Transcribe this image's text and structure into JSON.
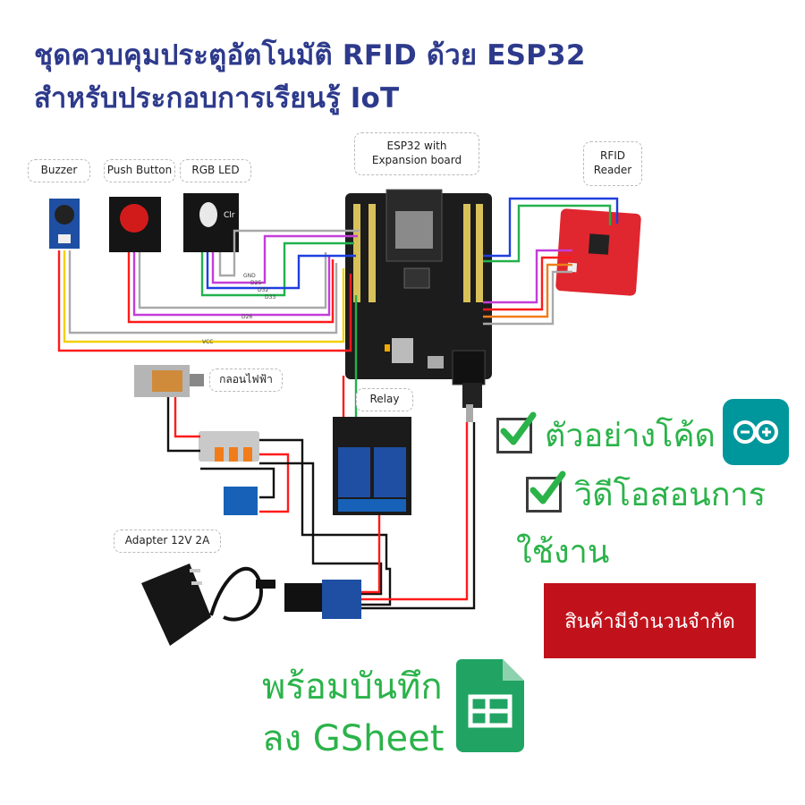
{
  "title": {
    "line1": "ชุดควบคุมประตูอัตโนมัติ RFID ด้วย ESP32",
    "line2": "สำหรับประกอบการเรียนรู้ IoT"
  },
  "labels": {
    "buzzer": "Buzzer",
    "push_button": "Push Button",
    "rgb_led": "RGB LED",
    "esp32_line1": "ESP32 with",
    "esp32_line2": "Expansion board",
    "rfid_line1": "RFID",
    "rfid_line2": "Reader",
    "solenoid": "กลอนไฟฟ้า",
    "relay": "Relay",
    "adapter": "Adapter 12V 2A"
  },
  "features": {
    "code_example": "ตัวอย่างโค้ด",
    "video_line1": "วิดีโอสอนการ",
    "video_line2": "ใช้งาน"
  },
  "badge": {
    "limited": "สินค้ามีจำนวนจำกัด"
  },
  "gsheet": {
    "line1": "พร้อมบันทึก",
    "line2": "ลง GSheet"
  },
  "wire_labels": {
    "gnd": "GND",
    "d25": "D25",
    "d32": "D32",
    "d33": "D33",
    "d26": "D26",
    "vcc": "VCC"
  },
  "colors": {
    "title": "#2d3a8c",
    "feature_green": "#2bb34a",
    "badge_red": "#c1121b",
    "arduino_teal": "#00979c",
    "sheets_green": "#21a463",
    "board_black": "#1c1c1c",
    "rfid_red": "#e0262e",
    "relay_blue": "#1e4fa3"
  },
  "icons": [
    "checkbox-check-icon",
    "arduino-logo-icon",
    "google-sheets-icon"
  ]
}
